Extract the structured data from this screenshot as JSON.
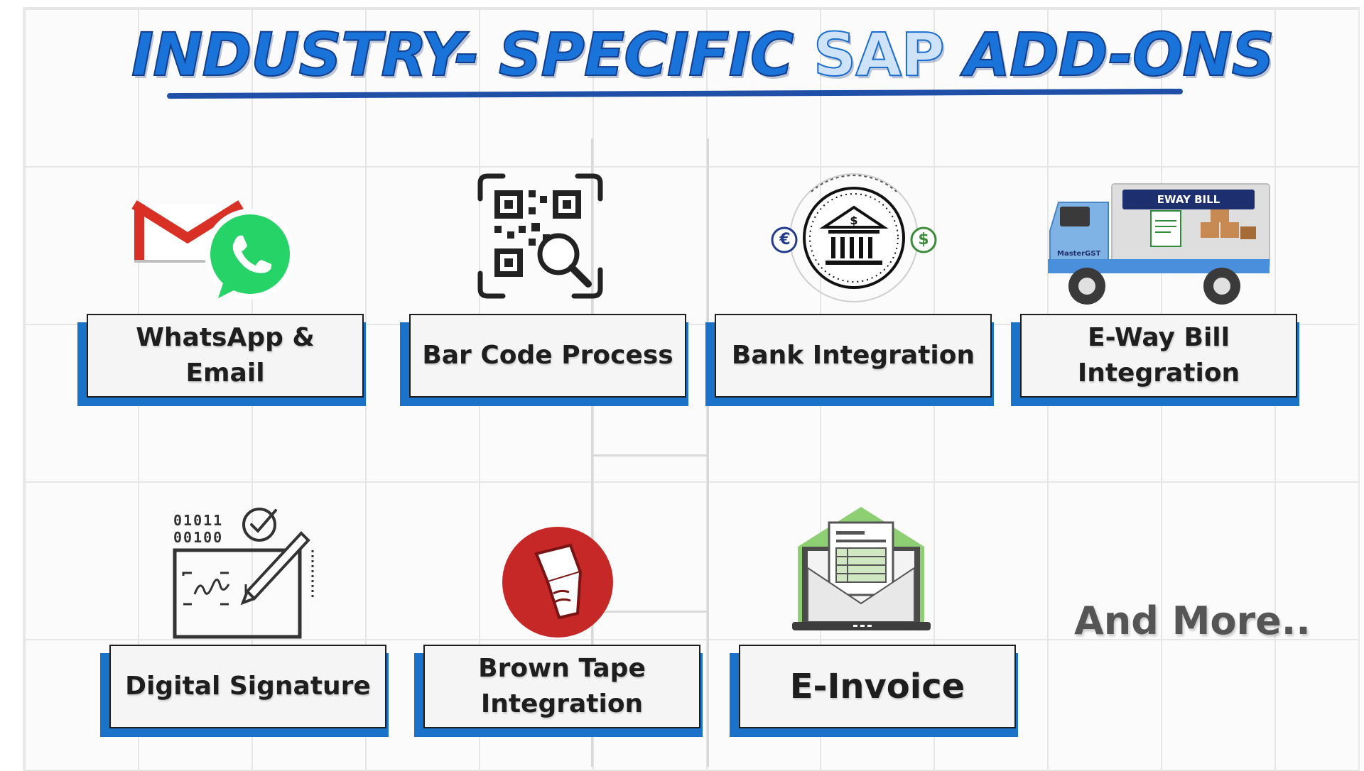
{
  "title": {
    "main": "INDUSTRY- SPECIFIC ",
    "highlight": "SAP",
    "tail": " ADD-ONS"
  },
  "colors": {
    "title": "#1a73d9",
    "accent": "#1a72c9",
    "card_border": "#1d1d1d",
    "whatsapp": "#25d366",
    "gmail_red": "#d93025",
    "tape_red": "#c62828"
  },
  "cards": [
    {
      "id": "whatsapp-email",
      "line1": "WhatsApp &",
      "line2": "Email",
      "icon": "whatsapp-gmail-icon"
    },
    {
      "id": "bar-code",
      "label": "Bar Code Process",
      "icon": "qr-code-search-icon"
    },
    {
      "id": "bank",
      "label": "Bank Integration",
      "icon": "bank-icon"
    },
    {
      "id": "eway",
      "line1": "E-Way Bill",
      "line2": "Integration",
      "icon": "truck-icon"
    },
    {
      "id": "digital-signature",
      "label": "Digital Signature",
      "icon": "digital-signature-icon"
    },
    {
      "id": "brown-tape",
      "line1": "Brown Tape",
      "line2": "Integration",
      "icon": "brown-tape-icon"
    },
    {
      "id": "einvoice",
      "label": "E-Invoice",
      "icon": "e-invoice-icon"
    }
  ],
  "icons": {
    "truck_banner": "EWAY BILL",
    "truck_brand": "MasterGST",
    "binary_line1": "01011",
    "binary_line2": "00100",
    "euro": "€",
    "dollar": "$"
  },
  "more": "And More.."
}
